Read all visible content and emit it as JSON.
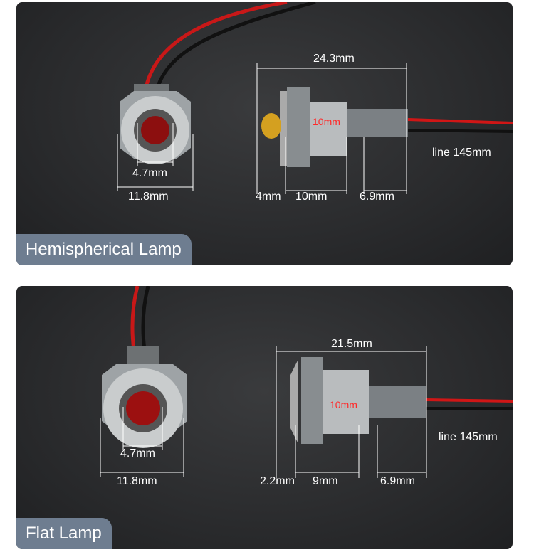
{
  "panels": [
    {
      "title": "Hemispherical Lamp",
      "front": {
        "inner": "4.7mm",
        "outer": "11.8mm"
      },
      "side": {
        "total": "24.3mm",
        "thread": "10mm",
        "lens": "4mm",
        "body": "10mm",
        "sleeve": "6.9mm",
        "line": "line 145mm"
      }
    },
    {
      "title": "Flat Lamp",
      "front": {
        "inner": "4.7mm",
        "outer": "11.8mm"
      },
      "side": {
        "total": "21.5mm",
        "thread": "10mm",
        "lens": "2.2mm",
        "body": "9mm",
        "sleeve": "6.9mm",
        "line": "line 145mm"
      }
    }
  ]
}
